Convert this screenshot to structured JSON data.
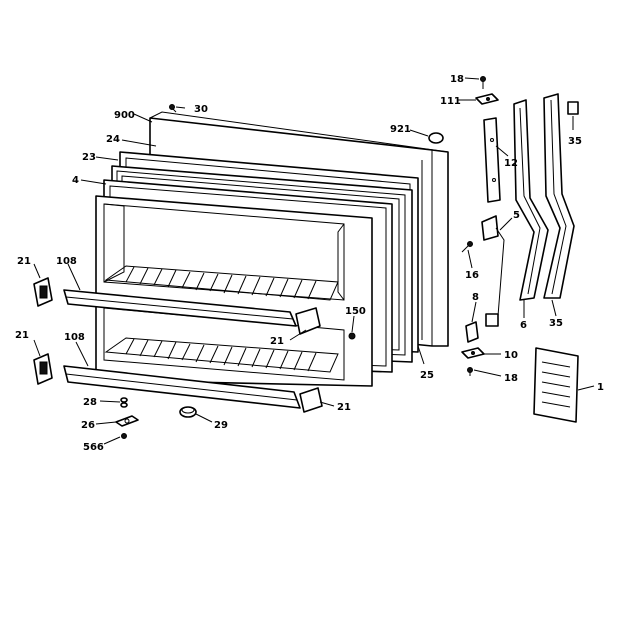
{
  "callouts": [
    {
      "id": "18a",
      "text": "18"
    },
    {
      "id": "30",
      "text": "30"
    },
    {
      "id": "111",
      "text": "111"
    },
    {
      "id": "900",
      "text": "900"
    },
    {
      "id": "921",
      "text": "921"
    },
    {
      "id": "24",
      "text": "24"
    },
    {
      "id": "35a",
      "text": "35"
    },
    {
      "id": "23",
      "text": "23"
    },
    {
      "id": "12",
      "text": "12"
    },
    {
      "id": "4",
      "text": "4"
    },
    {
      "id": "5",
      "text": "5"
    },
    {
      "id": "21a",
      "text": "21"
    },
    {
      "id": "108a",
      "text": "108"
    },
    {
      "id": "16",
      "text": "16"
    },
    {
      "id": "8",
      "text": "8"
    },
    {
      "id": "150",
      "text": "150"
    },
    {
      "id": "6",
      "text": "6"
    },
    {
      "id": "35b",
      "text": "35"
    },
    {
      "id": "21b",
      "text": "21"
    },
    {
      "id": "21c",
      "text": "21"
    },
    {
      "id": "108b",
      "text": "108"
    },
    {
      "id": "10",
      "text": "10"
    },
    {
      "id": "25",
      "text": "25"
    },
    {
      "id": "18b",
      "text": "18"
    },
    {
      "id": "1",
      "text": "1"
    },
    {
      "id": "28",
      "text": "28"
    },
    {
      "id": "21d",
      "text": "21"
    },
    {
      "id": "26",
      "text": "26"
    },
    {
      "id": "29",
      "text": "29"
    },
    {
      "id": "566",
      "text": "566"
    }
  ]
}
